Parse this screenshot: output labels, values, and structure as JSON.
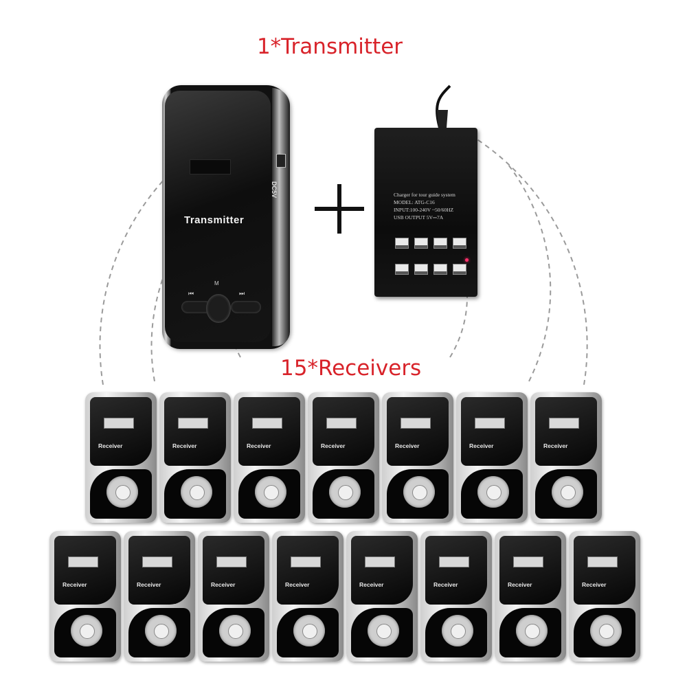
{
  "headline_transmitter": "1*Transmitter",
  "headline_receivers": "15*Receivers",
  "transmitter": {
    "label": "Transmitter",
    "mode_key": "M",
    "prev_icon": "previous-track-icon",
    "next_icon": "next-track-icon",
    "prev_glyph": "⏮",
    "next_glyph": "⏭",
    "port_label": "DC5V"
  },
  "charger": {
    "line1": "Charger for tour guide system",
    "line2": "MODEL: ATG-C16",
    "line3": "INPUT:100-240V ~50/60HZ",
    "line4": "USB OUTPUT 5V⎓7A",
    "usb_port_count": 8
  },
  "receiver": {
    "label": "Receiver",
    "count": 15,
    "rows": [
      7,
      8
    ]
  },
  "colors": {
    "headline": "#d8232a",
    "device_black": "#111111",
    "device_silver": "#cfcfcf"
  }
}
